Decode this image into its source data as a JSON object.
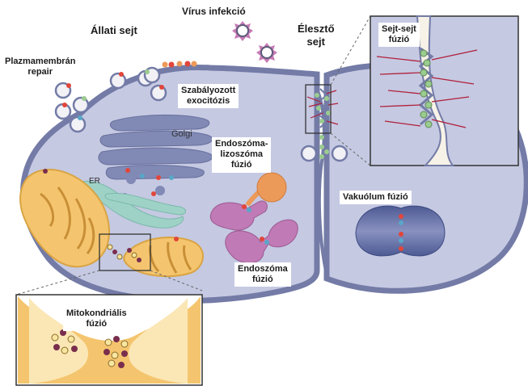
{
  "labels": {
    "virus": "Vírus infekció",
    "animal_cell": "Állati sejt",
    "yeast_cell": [
      "Élesztő",
      "sejt"
    ],
    "plasma_repair": [
      "Plazmamembrán",
      "repair"
    ],
    "regulated_exocytosis": [
      "Szabályozott",
      "exocitózis"
    ],
    "golgi": "Golgi",
    "er": "ER",
    "endosome_lysosome": [
      "Endoszóma-",
      "lizoszóma",
      "fúzió"
    ],
    "endosome_fusion": [
      "Endoszóma",
      "fúzió"
    ],
    "cell_cell": [
      "Sejt-sejt",
      "fúzió"
    ],
    "vacuole": "Vakuólum fúzió",
    "mito": [
      "Mitokondriális",
      "fúzió"
    ]
  },
  "colors": {
    "cell_fill": "#c5c9e2",
    "cell_stroke": "#737ba6",
    "golgi_fill": "#8189b5",
    "er_fill": "#9fd2c7",
    "mito_fill": "#f4c56e",
    "lysosome_fill": "#ec9a59",
    "endosome_fill": "#c07ab5",
    "vacuole_fill": "#5e6ba1",
    "spike": "#b01f3a",
    "snare_green": "#9bcc8f",
    "snare_red": "#e2463a"
  }
}
